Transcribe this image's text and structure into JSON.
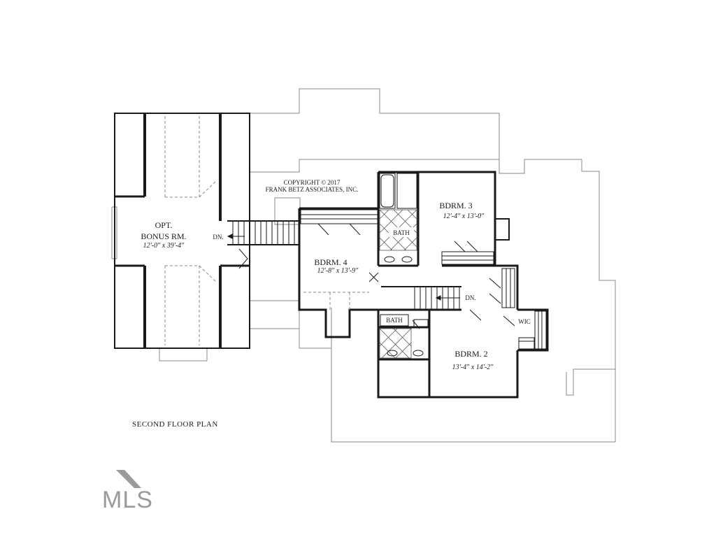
{
  "plan": {
    "copyright_line1": "COPYRIGHT © 2017",
    "copyright_line2": "FRANK BETZ ASSOCIATES, INC.",
    "caption": "SECOND FLOOR PLAN",
    "rooms": [
      {
        "name": "OPT.",
        "name2": "BONUS RM.",
        "dims": "12'-0\" x 39'-4\""
      },
      {
        "name": "BDRM. 4",
        "dims": "12'-8\" x 13'-9\""
      },
      {
        "name": "BDRM. 3",
        "dims": "12'-4\" x 13'-0\""
      },
      {
        "name": "BDRM. 2",
        "dims": "13'-4\" x 14'-2\""
      }
    ],
    "bath_upper": "BATH",
    "bath_lower": "BATH",
    "wic": "WIC",
    "stair_left": "DN.",
    "stair_right": "DN."
  },
  "watermark": {
    "text": "MLS",
    "icon": "mls-logo-icon",
    "color": "#9a9a9a"
  }
}
